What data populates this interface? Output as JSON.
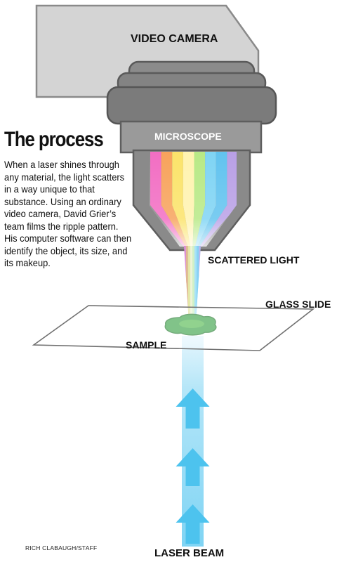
{
  "heading": "The process",
  "description": "When a laser shines through any material, the light scatters in a way unique to that substance. Using an ordinary video camera, David Grier’s team films the ripple pattern. His computer software can then identify the object, its size, and its makeup.",
  "labels": {
    "video_camera": "VIDEO CAMERA",
    "microscope": "MICROSCOPE",
    "scattered_light": "SCATTERED LIGHT",
    "glass_slide": "GLASS SLIDE",
    "sample": "SAMPLE",
    "laser_beam": "LASER BEAM"
  },
  "credit": "RICH CLABAUGH/STAFF",
  "colors": {
    "camera_fill": "#d4d4d4",
    "microscope_dark": "#6e6e6e",
    "microscope_mid": "#8a8a8a",
    "laser_blue": "#4dc3ee",
    "sample_green": "#3ea34b"
  }
}
